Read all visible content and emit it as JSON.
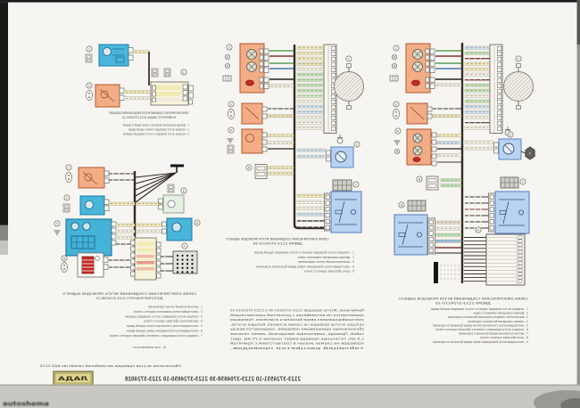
{
  "document": {
    "stamp_text": "ЛАДА",
    "part_numbers": "2123-3724551-10  2123-3704658-30  2123-3724650-10  2123-3724028",
    "caption": "Обозначения жгутов проводов автомобилей семейства ВАЗ-2123",
    "watermark": "autoshema",
    "note_lines": [
      "Примечание. Жгуты проводов 2123-3724210-30 и 2123-3724210-10",
      "применяются на автомобилях с различной комплектацией",
      "электрооборудования двери багажного отделения. Нумерация",
      "колодок жгутов проводов на схемах условная. Колодки жгутов,",
      "обозначенные одинаковыми номерами, соединяются между",
      "собой. Провода, помеченные звездочкой, имеют сечение",
      "1,5 мм. Остальные провода имеют сечение 0,75 мм. Цвет",
      "проводов на схемах указан в соответствии с принятой",
      "таблицей расцветки проводов."
    ]
  },
  "diagrams": {
    "license_plate": {
      "title": [
        "СХЕМА ЭЛЕКТРИЧЕСКИХ СОЕДИНЕНИЙ ЖГУТА ПРОВОДОВ ФОНАРЕЙ ОСВЕЩЕНИЯ",
        "НОМЕРНОГО ЗНАКА 2123-3724550-10"
      ],
      "items": [
        "1 - фонари освещения номерного знака левый и правый",
        "2 - колодка жгута проводов к блоку задней двери",
        "3 - колодка жгута проводов к жгуту проводов заднему"
      ],
      "badges": [
        "1",
        "2",
        "3"
      ]
    },
    "rear_additional": {
      "title": [
        "СХЕМА ЭЛЕКТРИЧЕСКИХ СОЕДИНЕНИЙ ЖГУТА ПРОВОДОВ ЗАДНЕГО",
        "ДОПОЛНИТЕЛЬНОГО 2123-3724558-10"
      ],
      "items": [
        "1 - дополнительный сигнал торможения",
        "2 - электродвигатель омывателя заднего стекла",
        "3 - колодка жгута проводов к жгуту проводов заднему",
        "4 - выключатель обогрева заднего стекла",
        "5 - электродвигатель стеклоочистителя задней двери",
        "6 - электродвигатель блокировки замка задней двери",
        "7 - колодка жгута проводов к элементу обогрева заднего стекла"
      ],
      "note": "А1 - точка заземления жгута",
      "badges": [
        "1",
        "2",
        "3",
        "4",
        "5",
        "6",
        "7"
      ]
    },
    "rear_30": {
      "title": [
        "СХЕМА ЭЛЕКТРИЧЕСКИХ СОЕДИНЕНИЙ ЖГУТА ПРОВОДОВ ЗАДНЕГО",
        "ДВЕРИ 2123-3724210-30"
      ],
      "items": [
        "1 - колодка жгута проводов заднего к жгуту проводов задней двери",
        "2 - фонари освещения номерного знака",
        "3 - дополнительный сигнал торможения",
        "4 - электродвигатель блокировки замка двери багажного отделения",
        "5 - реле обогрева заднего стекла"
      ],
      "badges": [
        "1",
        "2",
        "3",
        "4",
        "5",
        "6",
        "7"
      ]
    },
    "rear_10": {
      "title": [
        "СХЕМА ЭЛЕКТРИЧЕСКИХ СОЕДИНЕНИЙ ЖГУТА ПРОВОДОВ ЗАДНЕГО",
        "ДВЕРИ 2123-3724210-10"
      ],
      "items": [
        "1 - колодка жгута проводов заднего к жгуту проводов задней двери",
        "2 - фонари освещения номерного знака",
        "3 - выключатель плафона освещения багажного отделения",
        "4 - плафон освещения багажного отделения",
        "5 - электродвигатель стеклоочистителя двери багажного отделения",
        "6 - колодка жгута проводов к элементу обогрева заднего стекла",
        "7 - датчик положения двери багажного отделения",
        "8 - реле обогрева заднего стекла",
        "9 - электродвигатель блокировки замка двери багажного отделения"
      ],
      "badges": [
        "1",
        "2",
        "3",
        "4",
        "5",
        "6",
        "7",
        "8",
        "9"
      ]
    }
  },
  "colors": {
    "salmon": "#f2ad85",
    "salmon_border": "#b5562f",
    "cyan": "#49b5da",
    "cyan_border": "#1b7ba8",
    "light_blue": "#b9d2f0",
    "light_blue_border": "#5d82c2",
    "pale_green_box": "#e6efe2",
    "red_element": "#c32b24",
    "wire_yellow": "#f1eab6",
    "wire_green": "#bfe3b4",
    "wire_blue": "#cfe0ee",
    "wire_tan": "#e9e0b0",
    "wire_white": "#f4f1e4",
    "wire_dark_red": "#7a3838",
    "wire_black": "#3a352d",
    "stamp_yellow": "#e0d78e"
  },
  "strip_wire_colors": {
    "middle": [
      "#f1eab6",
      "#f1eab6",
      "#f1eab6",
      "#e9e0b0",
      "#f4f1e4",
      "#c1e4b6",
      "#c1e4b6",
      "#c1e4b6",
      "#c1e4b6",
      "#cfe9c4",
      "#f4f1e4",
      "#cfe0ef",
      "#cfe0ef",
      "#f4f1e4",
      "#f4f1e4",
      "#f4f1e4"
    ],
    "right": [
      "#cfe0ef",
      "#c1e4b6",
      "darkred",
      "#f1eab6",
      "#f1eab6",
      "#f4f1e4",
      "darkred",
      "#c1e4b6",
      "#c1e4b6",
      "#f4f1e4",
      "#c1e4b6",
      "#cfe0ef",
      "#cfe0ef",
      "#f4f1e4",
      "dark",
      "#f4f1e4"
    ]
  }
}
